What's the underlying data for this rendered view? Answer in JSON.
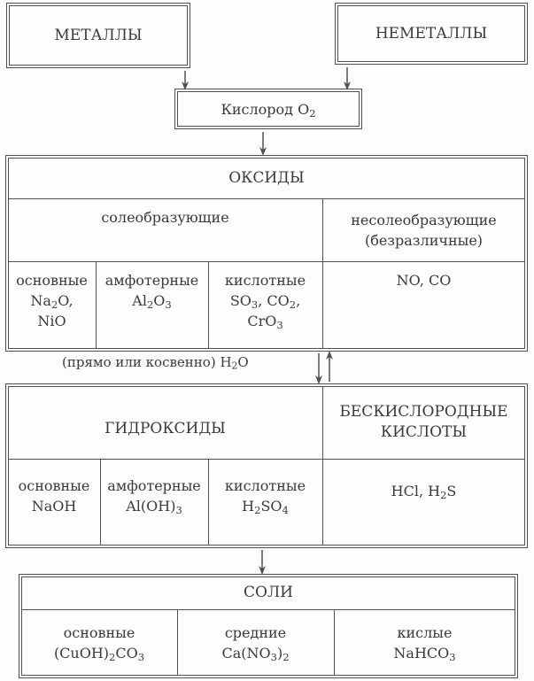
{
  "metals": "МЕТАЛЛЫ",
  "nonmetals": "НЕМЕТАЛЛЫ",
  "oxygen": {
    "text": "Кислород O",
    "sub": "2"
  },
  "oxides": {
    "title": "ОКСИДЫ",
    "salt_forming": "солеобразующие",
    "non_salt_forming_line1": "несолеобразующие",
    "non_salt_forming_line2": "(безразличные)",
    "basic": {
      "label": "основные",
      "f1a": "Na",
      "f1b": "2",
      "f1c": "O,",
      "f2": "NiO"
    },
    "amphoteric": {
      "label": "амфотерные",
      "fa": "Al",
      "fb": "2",
      "fc": "O",
      "fd": "3"
    },
    "acidic": {
      "label": "кислотные",
      "fa": "SO",
      "fb": "3",
      "fc": ", CO",
      "fd": "2",
      "fe": ",",
      "g1": "CrO",
      "g2": "3"
    },
    "nonsalt_examples": "NO, CO"
  },
  "water_label": {
    "text": "(прямо или косвенно) H",
    "sub": "2",
    "tail": "O"
  },
  "hydroxides": {
    "title": "ГИДРОКСИДЫ",
    "basic": {
      "label": "основные",
      "formula": "NaOH"
    },
    "amphoteric": {
      "label": "амфотерные",
      "fa": "Al(OH)",
      "fb": "3"
    },
    "acidic": {
      "label": "кислотные",
      "fa": "H",
      "fb": "2",
      "fc": "SO",
      "fd": "4"
    }
  },
  "oxygen_free_acids": {
    "title_line1": "БЕСКИСЛОРОДНЫЕ",
    "title_line2": "КИСЛОТЫ",
    "fa": "HCl, H",
    "fb": "2",
    "fc": "S"
  },
  "salts": {
    "title": "СОЛИ",
    "basic": {
      "label": "основные",
      "fa": "(CuOH)",
      "fb": "2",
      "fc": "CO",
      "fd": "3"
    },
    "medium": {
      "label": "средние",
      "fa": "Ca(NO",
      "fb": "3",
      "fc": ")",
      "fd": "2"
    },
    "acid": {
      "label": "кислые",
      "fa": "NaHCO",
      "fb": "3"
    }
  }
}
